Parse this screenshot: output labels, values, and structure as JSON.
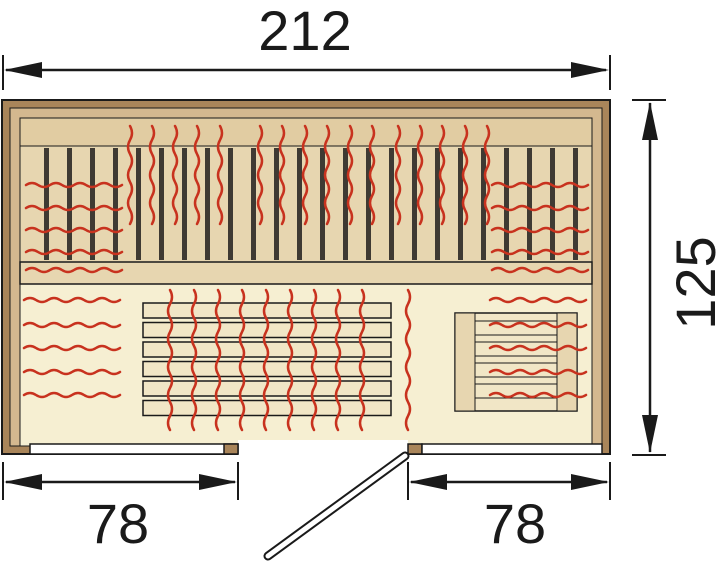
{
  "dimensions": {
    "total_width": "212",
    "depth": "125",
    "left_wall_segment": "78",
    "right_wall_segment": "78"
  },
  "colors": {
    "frame_outer": "#a9855a",
    "frame_inner": "#d4b88f",
    "bench_wood": "#e7d6b0",
    "bench_light": "#f1e6c6",
    "floor": "#f6efd2",
    "slat_gap": "#3f3a33",
    "heat_wave": "#c8321e",
    "line": "#1a1a1a",
    "door_glass": "#ffffff"
  }
}
